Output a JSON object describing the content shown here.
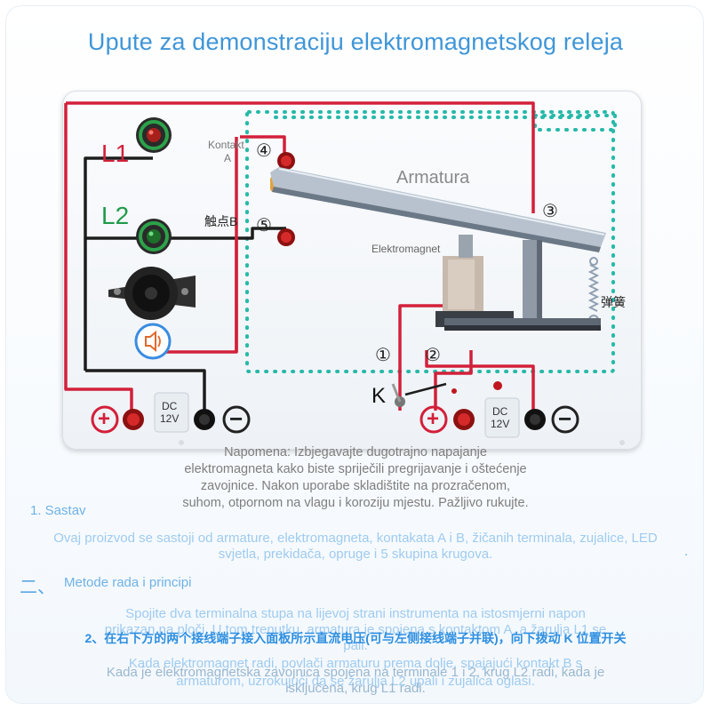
{
  "page": {
    "title": "Upute za demonstraciju elektromagnetskog releja"
  },
  "board": {
    "label_l1": "L1",
    "label_l2": "L2",
    "label_contact_a_1": "Kontakt",
    "label_contact_a_2": "A",
    "label_contact_b": "触点B",
    "label_armature": "Armatura",
    "label_electromagnet": "Elektromagnet",
    "label_spring": "弹簧",
    "label_switch": "K",
    "num_1": "①",
    "num_2": "②",
    "num_3": "③",
    "num_4": "④",
    "num_5": "⑤",
    "dc_left_1": "DC",
    "dc_left_2": "12V",
    "dc_right_1": "DC",
    "dc_right_2": "12V",
    "plus": "+",
    "minus": "−"
  },
  "note": {
    "line1": "Napomena: Izbjegavajte dugotrajno napajanje",
    "line2": "elektromagneta kako biste spriječili pregrijavanje i oštećenje",
    "line3": "zavojnice. Nakon uporabe skladištite na prozračenom,",
    "line4": "suhom, otpornom na vlagu i koroziju mjestu. Pažljivo rukujte."
  },
  "sections": {
    "s1_heading": "1. Sastav",
    "s1_text": "Ovaj proizvod se sastoji od armature, elektromagneta, kontakata A i B, žičanih terminala, zujalice, LED svjetla, prekidača, opruge i 5 skupina krugova.",
    "s2_prefix": "二、",
    "s2_heading": "Metode rada i principi",
    "s2_p1_line1": "Spojite dva terminalna stupa na lijevoj strani instrumenta na istosmjerni napon",
    "s2_p1_line2": "prikazan na ploči. U tom trenutku, armatura je spojena s kontaktom A, a žarulja L1 se",
    "s2_p1_line3": "pali.",
    "overlay_cn": "2、在右下方的两个接线端子接入面板所示直流电压(可与左侧接线端子并联)，向下拨动 K 位置开关",
    "s2_p2_line1": "Kada elektromagnet radi, povlači armaturu prema dolje, spajajući kontakt B s",
    "s2_p3_line1": "Kada je elektromagnetska zavojnica spojena na terminale 1 i 2, krug L2 radi, kada je",
    "s2_p2_line2": "armaturom, uzrokujući da se žarulja L2 upali i zujalica oglasi.",
    "s2_p3_line2": "isključena, krug L1 radi."
  }
}
